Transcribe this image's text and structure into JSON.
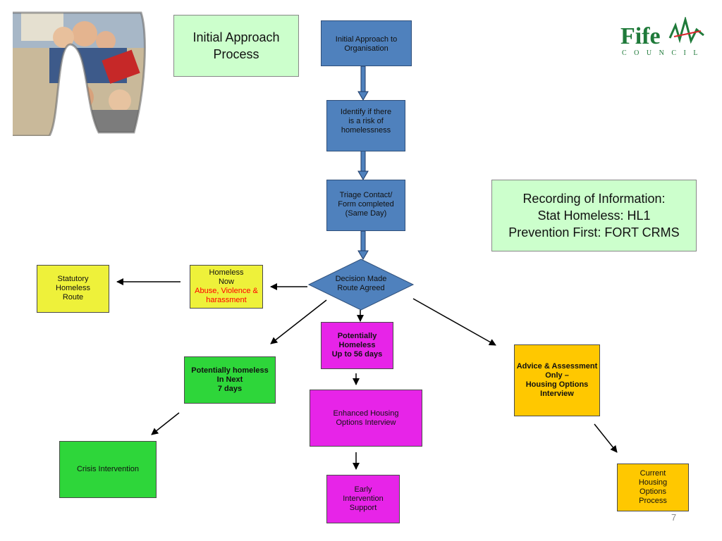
{
  "title_box": {
    "line1": "Initial Approach",
    "line2": "Process"
  },
  "recording_box": {
    "line1": "Recording of Information:",
    "line2": "Stat Homeless: HL1",
    "line3": "Prevention First: FORT CRMS"
  },
  "nodes": {
    "initial_approach": {
      "line1": "Initial Approach to",
      "line2": "Organisation"
    },
    "identify_risk": {
      "line1": "Identify if there",
      "line2": "is a risk of",
      "line3": "homelessness"
    },
    "triage": {
      "line1": "Triage Contact/",
      "line2": "Form completed",
      "line3": "(Same Day)"
    },
    "decision": {
      "line1": "Decision Made",
      "line2": "Route Agreed"
    },
    "homeless_now": {
      "line1": "Homeless",
      "line2": "Now",
      "line3": "Abuse, Violence &",
      "line4": "harassment"
    },
    "statutory": {
      "line1": "Statutory",
      "line2": "Homeless",
      "line3": "Route"
    },
    "potentially_56": {
      "line1": "Potentially",
      "line2": "Homeless",
      "line3": "Up to 56 days"
    },
    "potentially_7": {
      "line1": "Potentially homeless",
      "line2": "In Next",
      "line3": "7 days"
    },
    "advice": {
      "line1": "Advice & Assessment",
      "line2": "Only –",
      "line3": "Housing Options",
      "line4": "Interview"
    },
    "enhanced": {
      "line1": "Enhanced Housing",
      "line2": "Options Interview"
    },
    "crisis": {
      "line1": "Crisis Intervention"
    },
    "early": {
      "line1": "Early",
      "line2": "Intervention",
      "line3": "Support"
    },
    "current": {
      "line1": "Current",
      "line2": "Housing",
      "line3": "Options",
      "line4": "Process"
    }
  },
  "logo": {
    "name": "Fife",
    "sub": "C O U N C I L"
  },
  "page_number": "7",
  "colors": {
    "blue": "#4f81bd",
    "yellow": "#eef13a",
    "magenta": "#e724e8",
    "green": "#2ed63a",
    "gold": "#ffc800",
    "mint": "#ccffcc",
    "logo_green": "#1f7a3a",
    "logo_red": "#d9262c"
  }
}
